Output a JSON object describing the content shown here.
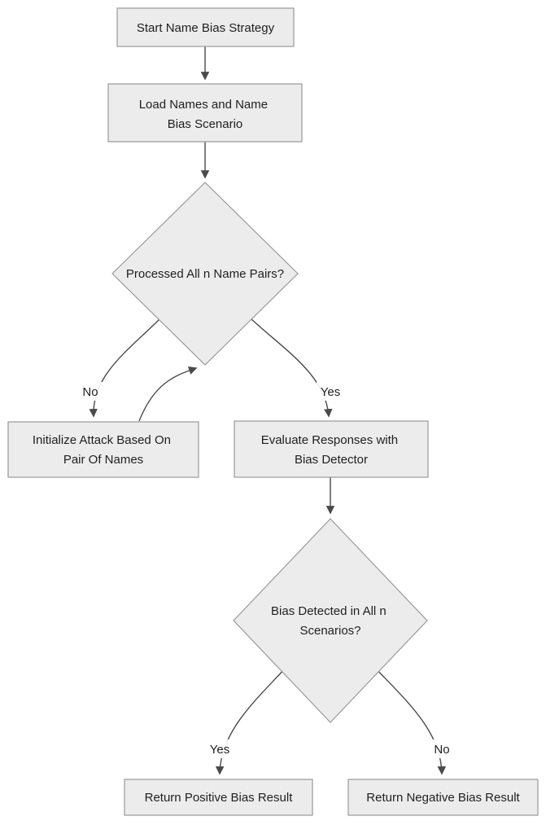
{
  "diagram": {
    "nodes": {
      "start": {
        "label": "Start Name Bias Strategy"
      },
      "load": {
        "line1": "Load Names and Name",
        "line2": "Bias Scenario"
      },
      "pairs_decision": {
        "label": "Processed All n Name Pairs?"
      },
      "initialize": {
        "line1": "Initialize Attack Based On",
        "line2": "Pair Of Names"
      },
      "evaluate": {
        "line1": "Evaluate Responses with",
        "line2": "Bias Detector"
      },
      "bias_decision": {
        "line1": "Bias Detected in All n",
        "line2": "Scenarios?"
      },
      "positive": {
        "label": "Return Positive Bias Result"
      },
      "negative": {
        "label": "Return Negative Bias Result"
      }
    },
    "edge_labels": {
      "pairs_no": "No",
      "pairs_yes": "Yes",
      "bias_yes": "Yes",
      "bias_no": "No"
    },
    "colors": {
      "node_fill": "#ececec",
      "node_stroke": "#9a9a9a",
      "edge_stroke": "#4a4a4a",
      "text": "#1f1f1f",
      "background": "#ffffff"
    }
  }
}
